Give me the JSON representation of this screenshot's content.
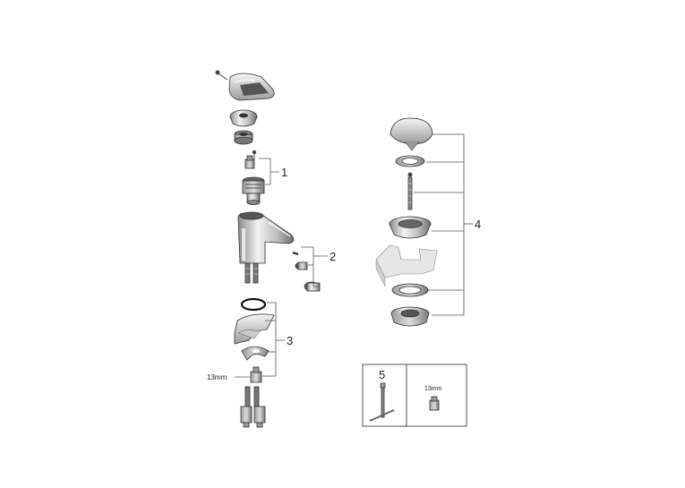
{
  "diagram": {
    "callouts": [
      "1",
      "2",
      "3",
      "4",
      "5"
    ],
    "dimension_label": "13mm",
    "toolbox": {
      "number": "5",
      "wrench_label": "13mm"
    }
  }
}
